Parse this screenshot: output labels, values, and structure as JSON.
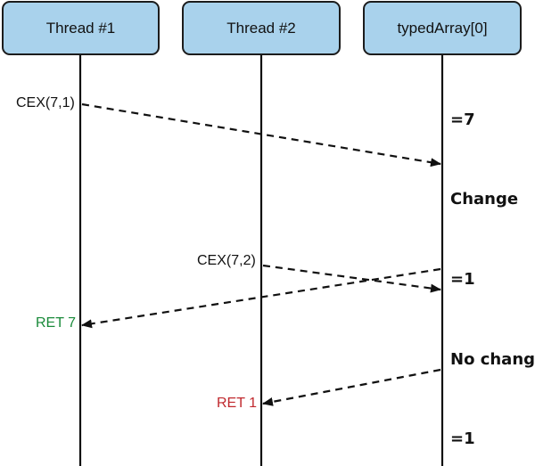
{
  "participants": [
    {
      "label": "Thread #1"
    },
    {
      "label": "Thread #2"
    },
    {
      "label": "typedArray[0]"
    }
  ],
  "messages": {
    "cex_7_1": "CEX(7,1)",
    "cex_7_2": "CEX(7,2)",
    "ret_7": "RET 7",
    "ret_1": "RET 1"
  },
  "states": {
    "eq7": "=7",
    "change": "Change",
    "eq1_a": "=1",
    "no_change": "No change",
    "eq1_b": "=1"
  },
  "colors": {
    "box_fill": "#a9d2ec",
    "ret_7": "#1a8a3a",
    "ret_1": "#c0282d",
    "line": "#111111"
  }
}
